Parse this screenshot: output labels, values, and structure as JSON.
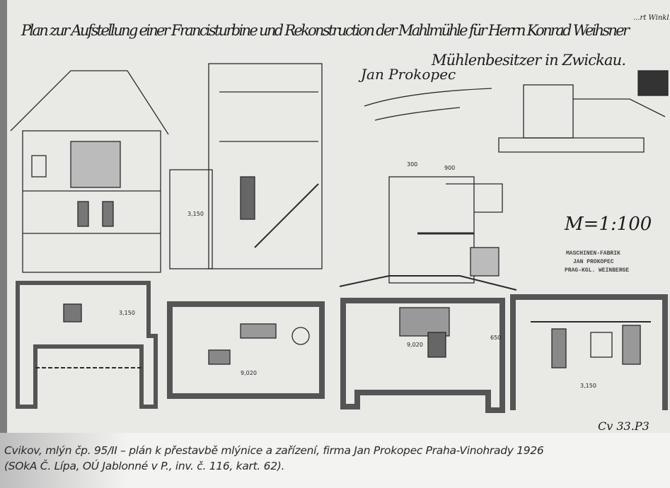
{
  "drawing": {
    "title_line1": "Plan zur Aufstellung einer Francisturbine und Rekonstruction der Mahlmühle für Herrn Konrad Weihsner",
    "title_line2": "Mühlenbesitzer in Zwickau.",
    "stamp_top_right": "...rt Winkl",
    "signature": "Jan Prokopec",
    "scale": "M=1:100",
    "maker_stamp": [
      "MASCHINEN-FABRIK",
      "JAN PROKOPEC",
      "PRAG-KGL. WEINBERGE"
    ],
    "dimensions": [
      "3,150",
      "9,020",
      "9,020",
      "3,150",
      "650",
      "900",
      "300",
      "3,150"
    ],
    "archive_mark": "Cv 33.P3"
  },
  "caption": {
    "line1": "Cvikov, mlýn čp. 95/II – plán k přestavbě mlýnice a zařízení, firma Jan Prokopec Praha-Vinohrady 1926",
    "line2": "(SOkA Č. Lípa, OÚ Jablonné v P., inv. č. 116, kart. 62)."
  }
}
